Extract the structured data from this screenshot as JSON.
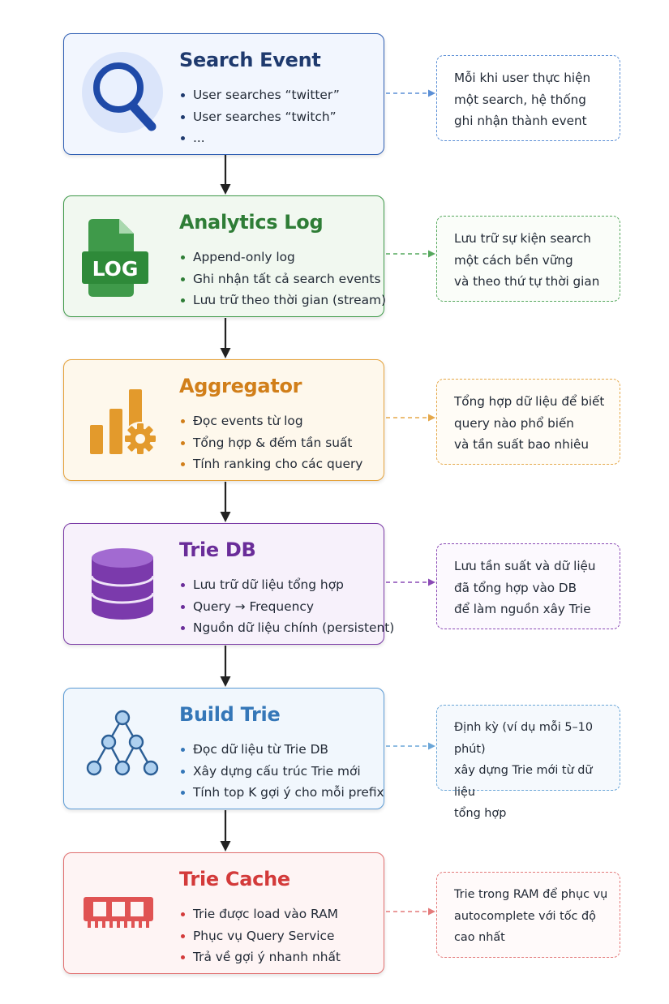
{
  "colors": {
    "search": "#1f3a6e",
    "analytics_log": "#2e7d36",
    "aggregator": "#d17f1a",
    "trie_db": "#6a2d99",
    "build_trie": "#3577b8",
    "trie_cache": "#d33a3a"
  },
  "steps": [
    {
      "title": "Search Event",
      "icon": "magnifier-icon",
      "bullets": [
        "User searches “twitter”",
        "User searches “twitch”",
        "..."
      ],
      "note": [
        "Mỗi khi user thực hiện",
        "một search, hệ thống",
        "ghi nhận thành event"
      ]
    },
    {
      "title": "Analytics Log",
      "icon": "log-file-icon",
      "icon_text": "LOG",
      "bullets": [
        "Append-only log",
        "Ghi nhận tất cả search events",
        "Lưu trữ theo thời gian (stream)"
      ],
      "note": [
        "Lưu trữ sự kiện search",
        "một cách bền vững",
        "và theo thứ tự thời gian"
      ]
    },
    {
      "title": "Aggregator",
      "icon": "bar-chart-gear-icon",
      "bullets": [
        "Đọc events từ log",
        "Tổng hợp & đếm tần suất",
        "Tính ranking cho các query"
      ],
      "note": [
        "Tổng hợp dữ liệu để biết",
        "query nào phổ biến",
        "và tần suất bao nhiêu"
      ]
    },
    {
      "title": "Trie DB",
      "icon": "database-icon",
      "bullets": [
        "Lưu trữ dữ liệu tổng hợp",
        "Query → Frequency",
        "Nguồn dữ liệu chính (persistent)"
      ],
      "note": [
        "Lưu tần suất và dữ liệu",
        "đã tổng hợp vào DB",
        "để làm nguồn xây Trie"
      ]
    },
    {
      "title": "Build Trie",
      "icon": "tree-structure-icon",
      "bullets": [
        "Đọc dữ liệu từ Trie DB",
        "Xây dựng cấu trúc Trie mới",
        "Tính top K gợi ý cho mỗi prefix"
      ],
      "note": [
        "Định kỳ (ví dụ mỗi 5–10 phút)",
        "xây dựng Trie mới từ dữ liệu",
        "tổng hợp"
      ]
    },
    {
      "title": "Trie Cache",
      "icon": "ram-chip-icon",
      "bullets": [
        "Trie được load vào RAM",
        "Phục vụ Query Service",
        "Trả về gợi ý nhanh nhất"
      ],
      "note": [
        "Trie trong RAM để phục vụ",
        "autocomplete với tốc độ",
        "cao nhất"
      ]
    }
  ]
}
